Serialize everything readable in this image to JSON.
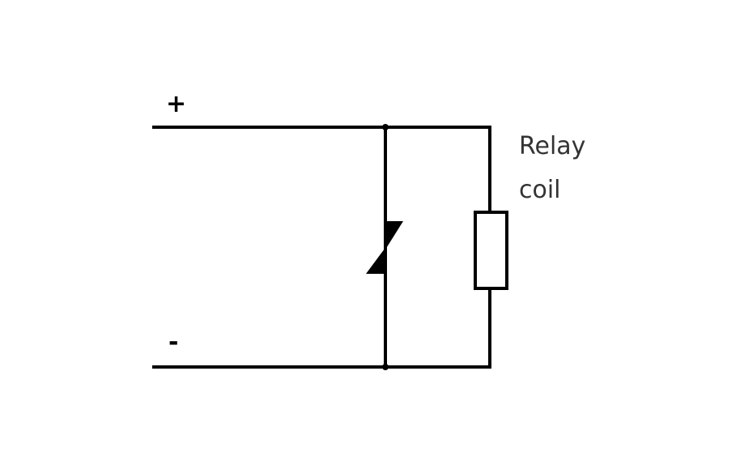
{
  "diagram": {
    "type": "circuit-schematic",
    "description": "Varistor connected in parallel with a relay coil across a DC supply",
    "terminals": {
      "positive_label": "+",
      "negative_label": "-"
    },
    "components": [
      {
        "id": "varistor",
        "kind": "varistor (voltage-dependent resistor)",
        "symbol": "resistor-slash-with-flags",
        "connection": "parallel"
      },
      {
        "id": "relay-coil",
        "kind": "relay coil",
        "symbol": "rectangle",
        "connection": "parallel"
      }
    ],
    "labels": {
      "relay_line1": "Relay",
      "relay_line2": "coil"
    },
    "nodes": [
      "positive-rail",
      "negative-rail"
    ],
    "colors": {
      "wire": "#000000",
      "label_text": "#333333",
      "background": "#ffffff"
    }
  }
}
